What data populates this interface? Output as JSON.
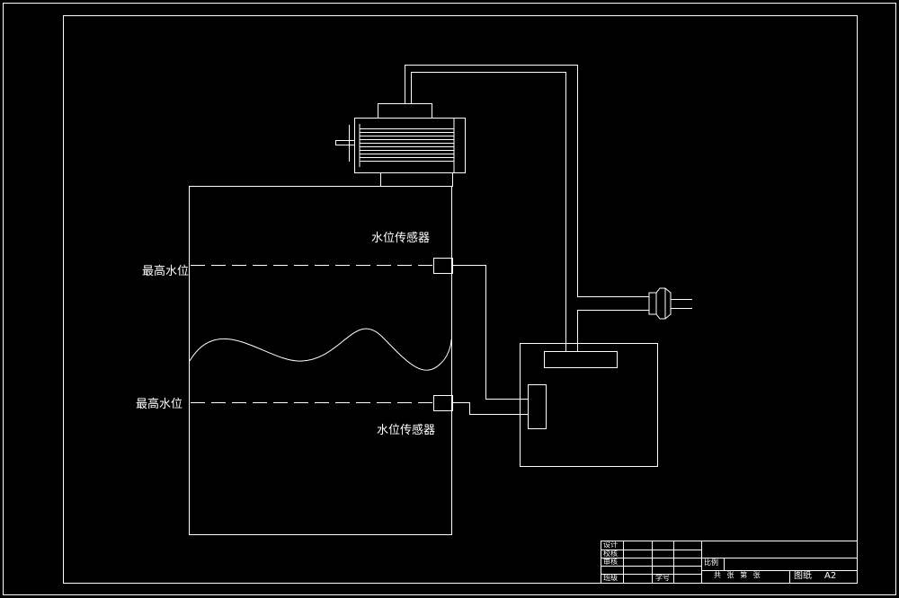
{
  "labels": {
    "sensor_upper": "水位传感器",
    "sensor_lower": "水位传感器",
    "level_upper": "最高水位",
    "level_lower": "最高水位"
  },
  "title_block": {
    "designer": "设计",
    "checker": "校核",
    "reviewer": "审核",
    "class": "班级",
    "student_no": "学号",
    "scale": "比例",
    "sheets": "共 张 第 张",
    "paper": "图纸",
    "paper_size": "A2"
  },
  "colors": {
    "background": "#000000",
    "line": "#ffffff"
  }
}
